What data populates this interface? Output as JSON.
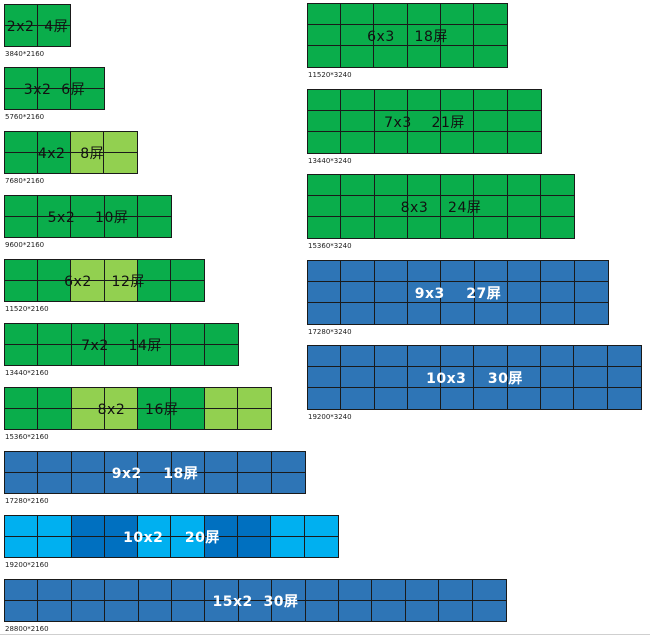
{
  "colors": {
    "green": "#0aad4b",
    "light_green": "#92d050",
    "blue": "#2e75b6",
    "cyan": "#00b0f0",
    "deep_blue": "#0070c0"
  },
  "walls": [
    {
      "id": "w-2x2",
      "cols": 2,
      "rows": 2,
      "label": "2x2  4屏",
      "resolution": "3840*2160",
      "theme": "light",
      "palette": [
        "green",
        "green"
      ]
    },
    {
      "id": "w-3x2",
      "cols": 3,
      "rows": 2,
      "label": "3x2  6屏",
      "resolution": "5760*2160",
      "theme": "light",
      "palette": [
        "green",
        "green",
        "green"
      ]
    },
    {
      "id": "w-4x2",
      "cols": 4,
      "rows": 2,
      "label": "4x2   8屏",
      "resolution": "7680*2160",
      "theme": "light",
      "palette": [
        "green",
        "green",
        "light_green",
        "light_green"
      ]
    },
    {
      "id": "w-5x2",
      "cols": 5,
      "rows": 2,
      "label": "5x2    10屏",
      "resolution": "9600*2160",
      "theme": "light",
      "palette": [
        "green",
        "green",
        "green",
        "green",
        "green"
      ]
    },
    {
      "id": "w-6x2",
      "cols": 6,
      "rows": 2,
      "label": "6x2    12屏",
      "resolution": "11520*2160",
      "theme": "light",
      "palette": [
        "green",
        "green",
        "light_green",
        "light_green",
        "green",
        "green"
      ]
    },
    {
      "id": "w-7x2",
      "cols": 7,
      "rows": 2,
      "label": "7x2    14屏",
      "resolution": "13440*2160",
      "theme": "light",
      "palette": [
        "green",
        "green",
        "green",
        "green",
        "green",
        "green",
        "green"
      ]
    },
    {
      "id": "w-8x2",
      "cols": 8,
      "rows": 2,
      "label": "8x2    16屏",
      "resolution": "15360*2160",
      "theme": "light",
      "palette": [
        "green",
        "green",
        "light_green",
        "light_green",
        "green",
        "green",
        "light_green",
        "light_green"
      ]
    },
    {
      "id": "w-9x2",
      "cols": 9,
      "rows": 2,
      "label": "9x2    18屏",
      "resolution": "17280*2160",
      "theme": "dark",
      "palette": [
        "blue",
        "blue",
        "blue",
        "blue",
        "blue",
        "blue",
        "blue",
        "blue",
        "blue"
      ]
    },
    {
      "id": "w-10x2",
      "cols": 10,
      "rows": 2,
      "label": "10x2    20屏",
      "resolution": "19200*2160",
      "theme": "dark",
      "palette": [
        "cyan",
        "cyan",
        "deep_blue",
        "deep_blue",
        "cyan",
        "cyan",
        "deep_blue",
        "deep_blue",
        "cyan",
        "cyan"
      ]
    },
    {
      "id": "w-15x2",
      "cols": 15,
      "rows": 2,
      "label": "15x2  30屏",
      "resolution": "28800*2160",
      "theme": "dark",
      "palette": [
        "blue",
        "blue",
        "blue",
        "blue",
        "blue",
        "blue",
        "blue",
        "blue",
        "blue",
        "blue",
        "blue",
        "blue",
        "blue",
        "blue",
        "blue"
      ]
    },
    {
      "id": "w-6x3",
      "cols": 6,
      "rows": 3,
      "label": "6x3    18屏",
      "resolution": "11520*3240",
      "theme": "light",
      "palette": [
        "green",
        "green",
        "green",
        "green",
        "green",
        "green"
      ]
    },
    {
      "id": "w-7x3",
      "cols": 7,
      "rows": 3,
      "label": "7x3    21屏",
      "resolution": "13440*3240",
      "theme": "light",
      "palette": [
        "green",
        "green",
        "green",
        "green",
        "green",
        "green",
        "green"
      ]
    },
    {
      "id": "w-8x3",
      "cols": 8,
      "rows": 3,
      "label": "8x3    24屏",
      "resolution": "15360*3240",
      "theme": "light",
      "palette": [
        "green",
        "green",
        "green",
        "green",
        "green",
        "green",
        "green",
        "green"
      ]
    },
    {
      "id": "w-9x3",
      "cols": 9,
      "rows": 3,
      "label": "9x3    27屏",
      "resolution": "17280*3240",
      "theme": "dark",
      "palette": [
        "blue",
        "blue",
        "blue",
        "blue",
        "blue",
        "blue",
        "blue",
        "blue",
        "blue"
      ]
    },
    {
      "id": "w-10x3",
      "cols": 10,
      "rows": 3,
      "label": "10x3    30屏",
      "resolution": "19200*3240",
      "theme": "dark",
      "palette": [
        "blue",
        "blue",
        "blue",
        "blue",
        "blue",
        "blue",
        "blue",
        "blue",
        "blue",
        "blue"
      ]
    }
  ]
}
